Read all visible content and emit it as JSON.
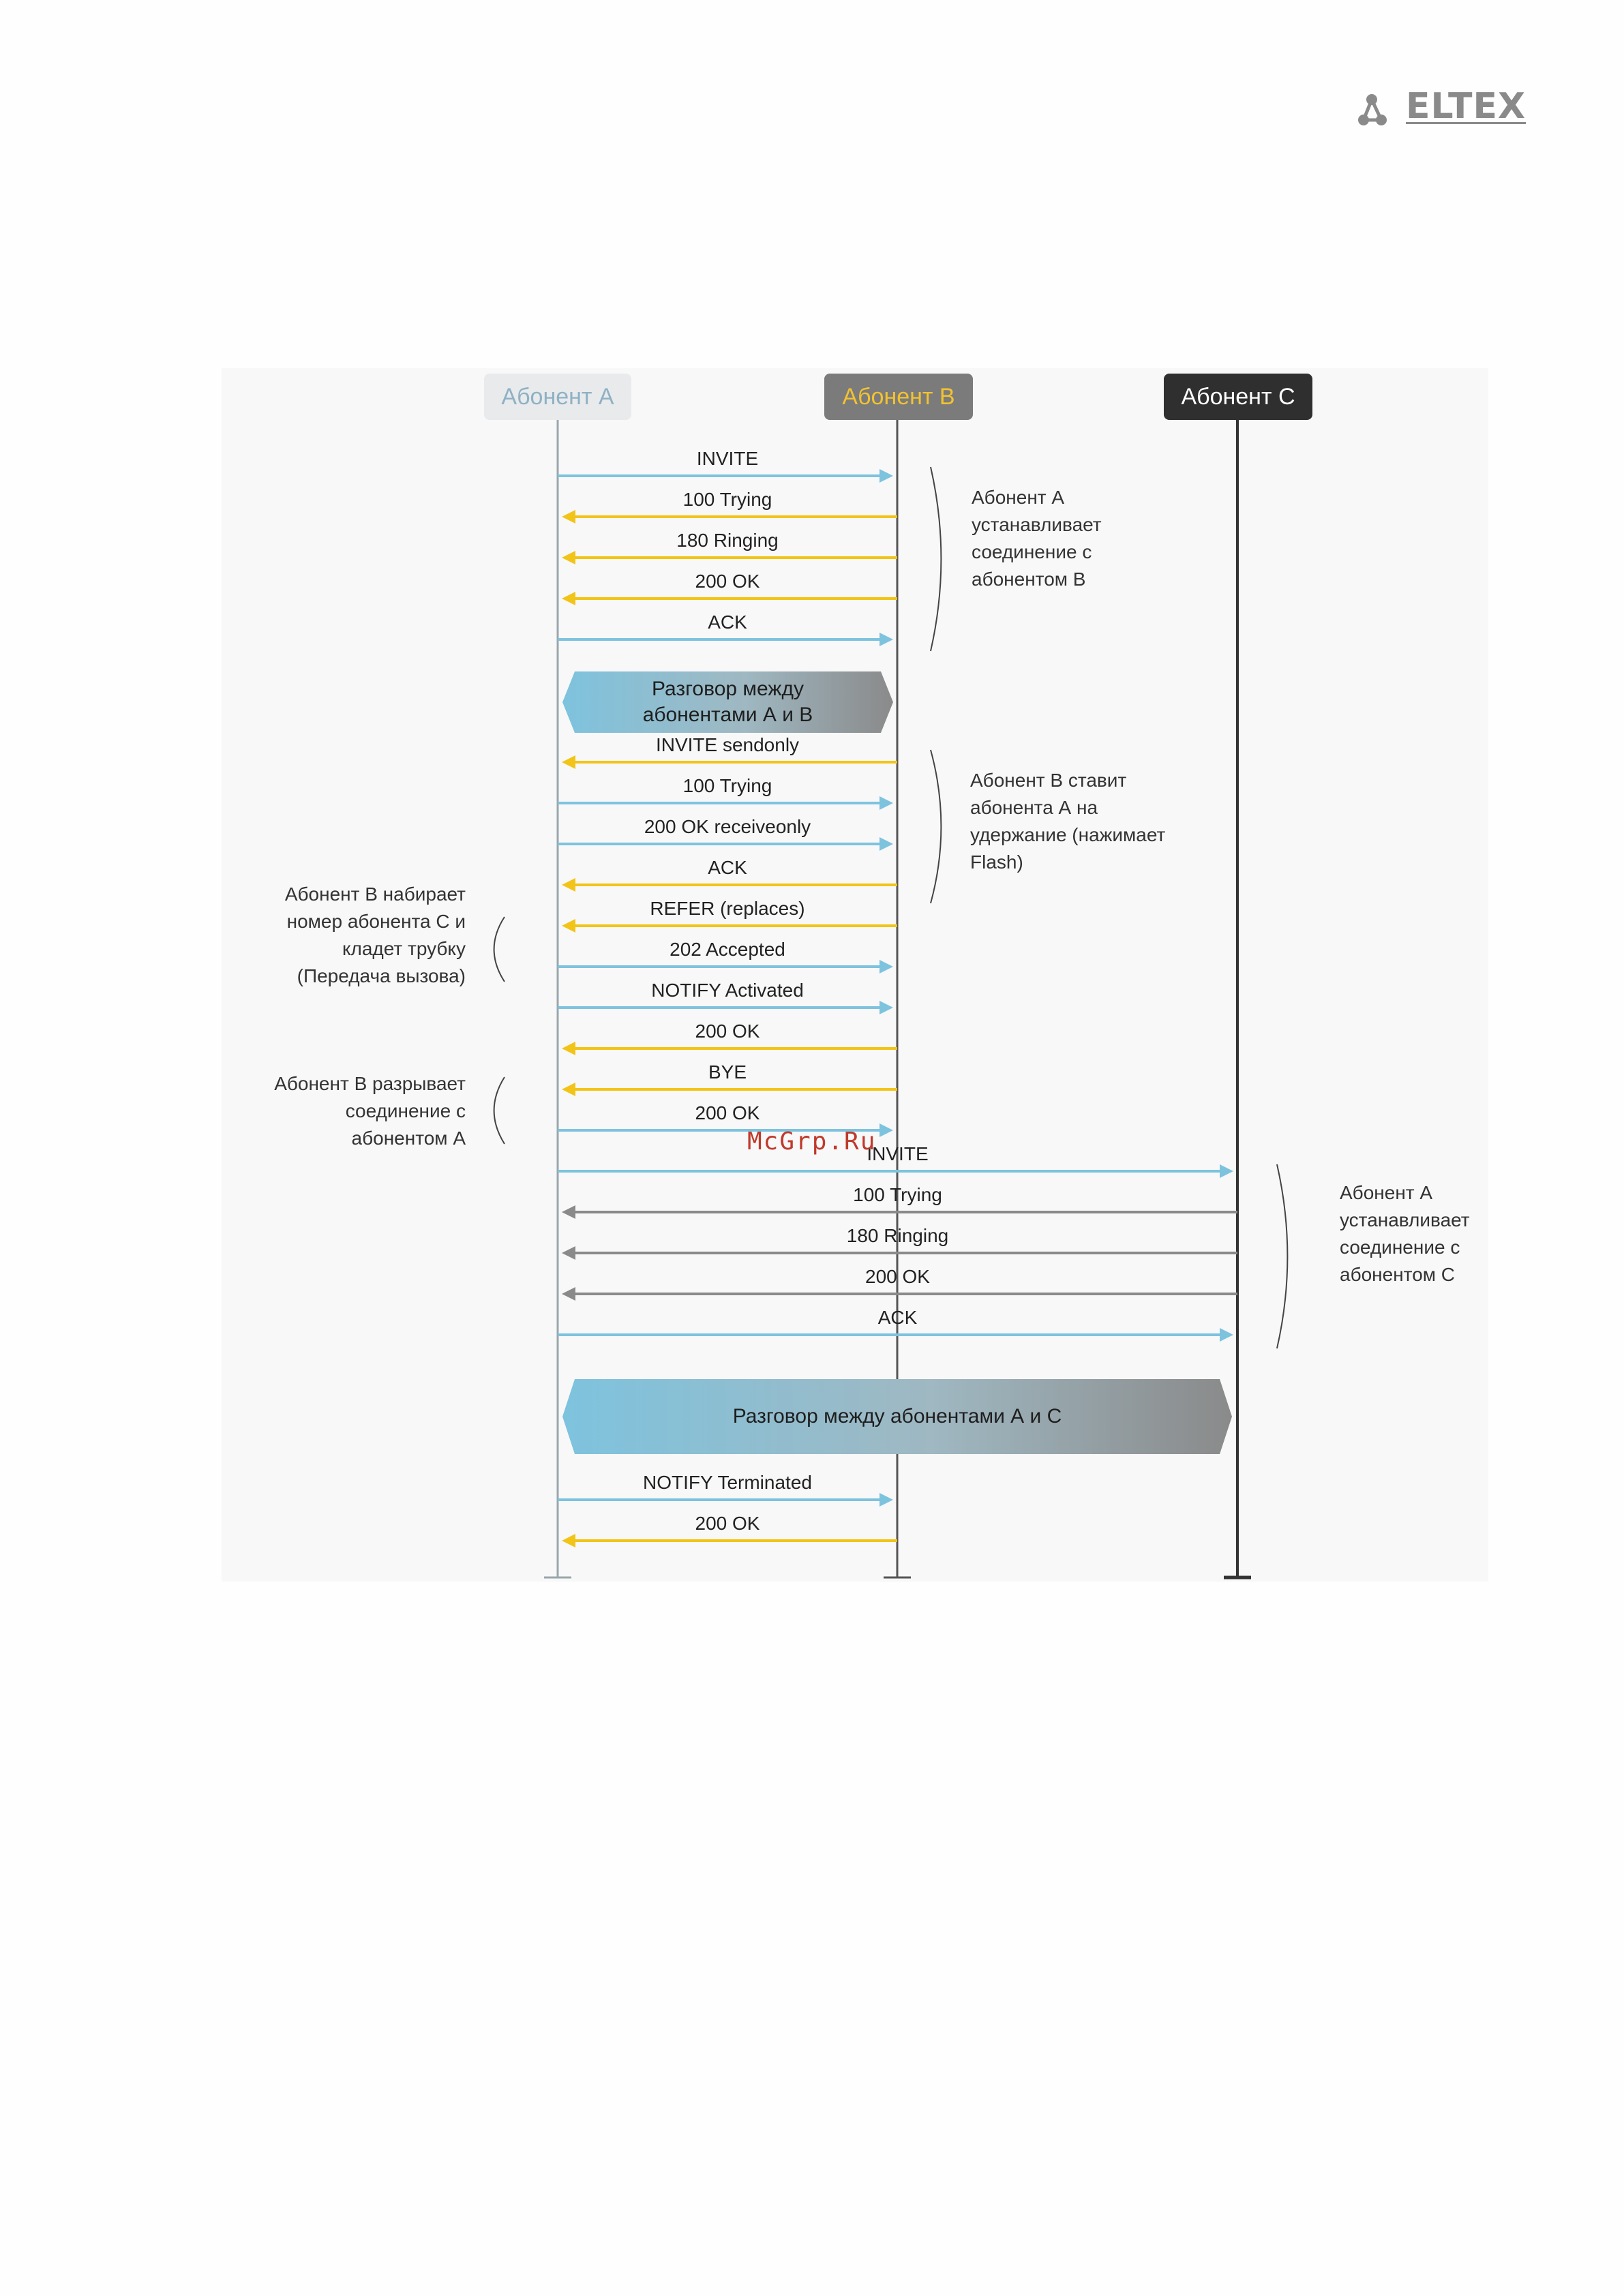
{
  "logo": {
    "text": "ELTEX",
    "icon": "eltex-logo-icon",
    "color": "#8a8a8a"
  },
  "participants": [
    {
      "id": "A",
      "label": "Абонент А",
      "bg": "#e8eaec",
      "fg": "#8fb1c4"
    },
    {
      "id": "B",
      "label": "Абонент В",
      "bg": "#7b7b7b",
      "fg": "#f2c230"
    },
    {
      "id": "C",
      "label": "Абонент С",
      "bg": "#2f2f2f",
      "fg": "#ffffff"
    }
  ],
  "colors": {
    "blue": "#7ec3de",
    "yellow": "#f2c418",
    "gray": "#8a8a8a",
    "lifeline": "#555555"
  },
  "messages": [
    {
      "label": "INVITE",
      "from": "A",
      "to": "B",
      "color": "blue"
    },
    {
      "label": "100 Trying",
      "from": "B",
      "to": "A",
      "color": "yellow"
    },
    {
      "label": "180 Ringing",
      "from": "B",
      "to": "A",
      "color": "yellow"
    },
    {
      "label": "200 OK",
      "from": "B",
      "to": "A",
      "color": "yellow"
    },
    {
      "label": "ACK",
      "from": "A",
      "to": "B",
      "color": "blue"
    },
    {
      "label": "INVITE sendonly",
      "from": "B",
      "to": "A",
      "color": "yellow"
    },
    {
      "label": "100 Trying",
      "from": "A",
      "to": "B",
      "color": "blue"
    },
    {
      "label": "200 OK receiveonly",
      "from": "A",
      "to": "B",
      "color": "blue"
    },
    {
      "label": "ACK",
      "from": "B",
      "to": "A",
      "color": "yellow"
    },
    {
      "label": "REFER (replaces)",
      "from": "B",
      "to": "A",
      "color": "yellow"
    },
    {
      "label": "202 Accepted",
      "from": "A",
      "to": "B",
      "color": "blue"
    },
    {
      "label": "NOTIFY Activated",
      "from": "A",
      "to": "B",
      "color": "blue"
    },
    {
      "label": "200 OK",
      "from": "B",
      "to": "A",
      "color": "yellow"
    },
    {
      "label": "BYE",
      "from": "B",
      "to": "A",
      "color": "yellow"
    },
    {
      "label": "200 OK",
      "from": "A",
      "to": "B",
      "color": "blue"
    },
    {
      "label": "INVITE",
      "from": "A",
      "to": "C",
      "color": "blue"
    },
    {
      "label": "100 Trying",
      "from": "C",
      "to": "A",
      "color": "gray"
    },
    {
      "label": "180 Ringing",
      "from": "C",
      "to": "A",
      "color": "gray"
    },
    {
      "label": "200 OK",
      "from": "C",
      "to": "A",
      "color": "gray"
    },
    {
      "label": "ACK",
      "from": "A",
      "to": "C",
      "color": "blue"
    },
    {
      "label": "NOTIFY Terminated",
      "from": "A",
      "to": "B",
      "color": "blue"
    },
    {
      "label": "200 OK",
      "from": "B",
      "to": "A",
      "color": "yellow"
    }
  ],
  "banners": [
    {
      "lines": [
        "Разговор между",
        "абонентами А и В"
      ],
      "span": "A-B"
    },
    {
      "lines": [
        "Разговор между абонентами А и С"
      ],
      "span": "A-C"
    }
  ],
  "notes": [
    {
      "lines": [
        "Абонент А",
        "устанавливает",
        "соединение с",
        "абонентом В"
      ],
      "side": "right"
    },
    {
      "lines": [
        "Абонент В ставит",
        "абонента А на",
        "удержание (нажимает",
        "Flash)"
      ],
      "side": "right"
    },
    {
      "lines": [
        "Абонент В набирает",
        "номер абонента С и",
        "кладет трубку",
        "(Передача вызова)"
      ],
      "side": "left"
    },
    {
      "lines": [
        "Абонент В разрывает",
        "соединение с",
        "абонентом А"
      ],
      "side": "left"
    },
    {
      "lines": [
        "Абонент А",
        "устанавливает",
        "соединение с",
        "абонентом С"
      ],
      "side": "right"
    }
  ],
  "watermark": "McGrp.Ru"
}
